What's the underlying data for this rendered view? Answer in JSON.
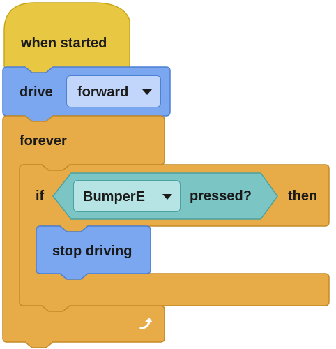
{
  "colors": {
    "event_block": "#e8c842",
    "event_border": "#c8a61c",
    "motion_block": "#7ba7f0",
    "motion_border": "#4d7fd2",
    "motion_field": "#c2d6fb",
    "control_block": "#e7ab47",
    "control_border": "#c48a27",
    "sensing_block": "#7cc5c5",
    "sensing_border": "#4ca2a2",
    "sensing_field": "#b6e3e3"
  },
  "script": {
    "hat": {
      "label": "when started"
    },
    "drive": {
      "label": "drive",
      "direction": "forward",
      "direction_icon": "dropdown-caret-icon"
    },
    "forever": {
      "label": "forever",
      "loop_icon": "loop-arrow-icon"
    },
    "if_block": {
      "if_label": "if",
      "then_label": "then",
      "condition": {
        "sensor": "BumperE",
        "sensor_icon": "dropdown-caret-icon",
        "suffix": "pressed?"
      }
    },
    "stop": {
      "label": "stop driving"
    }
  }
}
